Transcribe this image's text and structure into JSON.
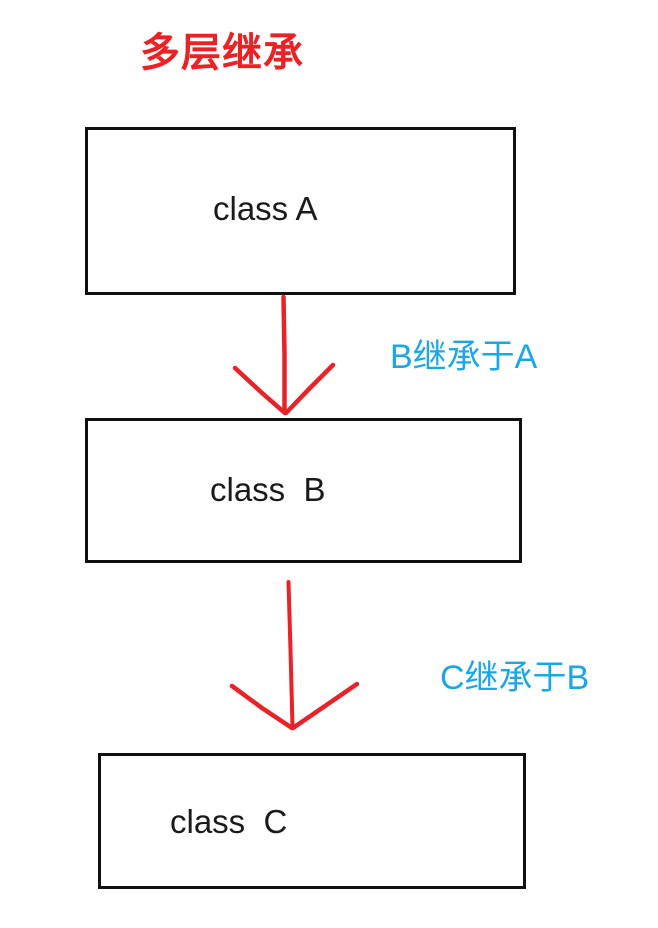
{
  "diagram": {
    "title": "多层继承",
    "title_color": "#ed2024",
    "edge_label_color": "#1aa7e8",
    "box_border_color": "#111111",
    "arrow_color": "#e82229",
    "background": "#ffffff",
    "nodes": [
      {
        "id": "A",
        "label": "class A"
      },
      {
        "id": "B",
        "label": "class  B"
      },
      {
        "id": "C",
        "label": "class  C"
      }
    ],
    "edges": [
      {
        "from": "A",
        "to": "B",
        "label": "B继承于A"
      },
      {
        "from": "B",
        "to": "C",
        "label": "C继承于B"
      }
    ]
  }
}
